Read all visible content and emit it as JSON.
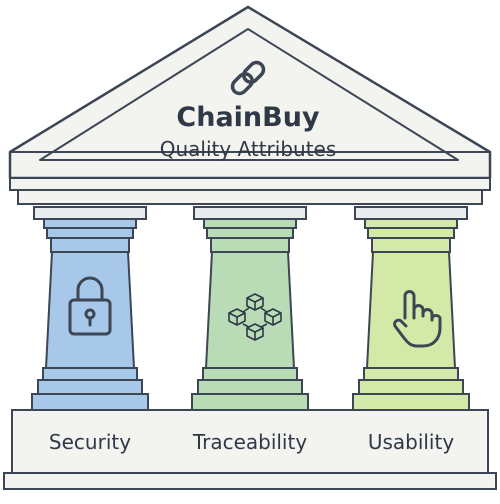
{
  "title": "ChainBuy",
  "subtitle": "Quality Attributes",
  "logo_icon": "chain-link-icon",
  "pillars": [
    {
      "label": "Security",
      "icon": "padlock-icon",
      "color": "#a7c8e8"
    },
    {
      "label": "Traceability",
      "icon": "blockchain-cubes-icon",
      "color": "#b9dcb7"
    },
    {
      "label": "Usability",
      "icon": "pointing-hand-icon",
      "color": "#d4e8a8"
    }
  ],
  "colors": {
    "outline": "#3c4654",
    "roof": "#f3f3f0",
    "text": "#2f3946",
    "base": "#f3f3f0"
  }
}
